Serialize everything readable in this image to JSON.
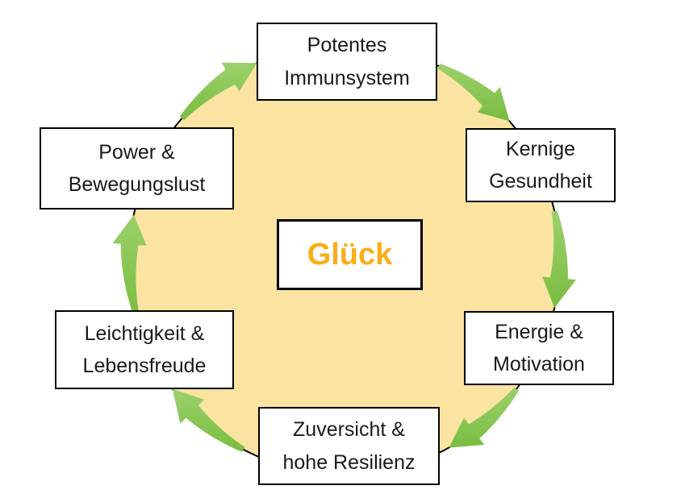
{
  "diagram": {
    "title_hint": "cycle-of-happiness",
    "flow_direction": "clockwise",
    "center": {
      "label": "Glück"
    },
    "nodes": [
      {
        "id": "immunsystem",
        "line1": "Potentes",
        "line2": "Immunsystem"
      },
      {
        "id": "gesundheit",
        "line1": "Kernige",
        "line2": "Gesundheit"
      },
      {
        "id": "energie",
        "line1": "Energie &",
        "line2": "Motivation"
      },
      {
        "id": "resilienz",
        "line1": "Zuversicht &",
        "line2": "hohe Resilienz"
      },
      {
        "id": "leichtigkeit",
        "line1": "Leichtigkeit &",
        "line2": "Lebensfreude"
      },
      {
        "id": "power",
        "line1": "Power &",
        "line2": "Bewegungslust"
      }
    ],
    "arrows": [
      {
        "from": "power",
        "to": "immunsystem"
      },
      {
        "from": "immunsystem",
        "to": "gesundheit"
      },
      {
        "from": "gesundheit",
        "to": "energie"
      },
      {
        "from": "energie",
        "to": "resilienz"
      },
      {
        "from": "resilienz",
        "to": "leichtigkeit"
      },
      {
        "from": "leichtigkeit",
        "to": "power"
      }
    ],
    "colors": {
      "circle_fill": "#FBE3A1",
      "circle_stroke": "#000000",
      "arrow_light": "#9CD06C",
      "arrow_dark": "#79BD41",
      "center_text": "#FBAD18",
      "box_border": "#000000",
      "text": "#1A1A1A"
    }
  }
}
